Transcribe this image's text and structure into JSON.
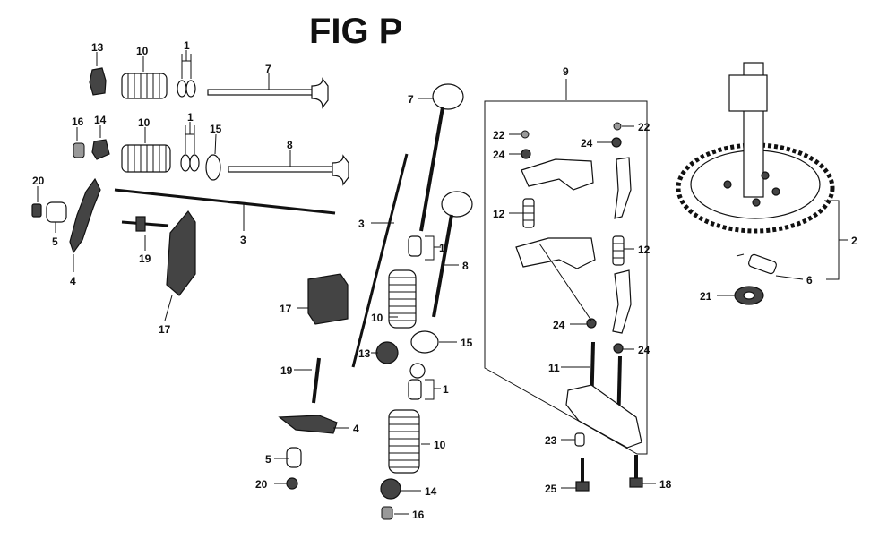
{
  "figure": {
    "title": "FIG P",
    "callouts": {
      "c1a": "1",
      "c1b": "1",
      "c1c": "1",
      "c1d": "1",
      "c2": "2",
      "c3a": "3",
      "c3b": "3",
      "c4a": "4",
      "c4b": "4",
      "c5a": "5",
      "c5b": "5",
      "c6": "6",
      "c7a": "7",
      "c7b": "7",
      "c8a": "8",
      "c8b": "8",
      "c9": "9",
      "c10a": "10",
      "c10b": "10",
      "c10c": "10",
      "c10d": "10",
      "c11": "11",
      "c12a": "12",
      "c12b": "12",
      "c13a": "13",
      "c13b": "13",
      "c14a": "14",
      "c14b": "14",
      "c15a": "15",
      "c15b": "15",
      "c16a": "16",
      "c16b": "16",
      "c17a": "17",
      "c17b": "17",
      "c18": "18",
      "c19a": "19",
      "c19b": "19",
      "c20a": "20",
      "c20b": "20",
      "c21": "21",
      "c22a": "22",
      "c22b": "22",
      "c23": "23",
      "c24a": "24",
      "c24b": "24",
      "c24c": "24",
      "c24d": "24",
      "c25": "25"
    }
  }
}
